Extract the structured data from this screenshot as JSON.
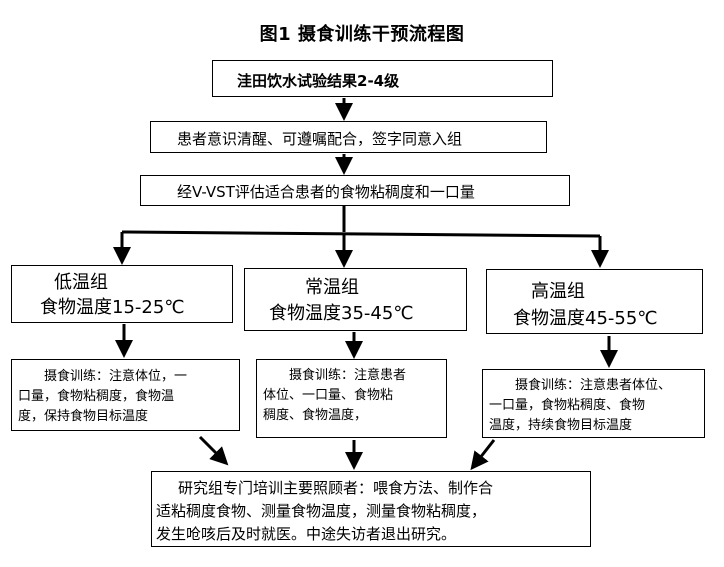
{
  "title": "图1  摄食训练干预流程图",
  "step1": "洼田饮水试验结果2-4级",
  "step2": "患者意识清醒、可遵嘱配合，签字同意入组",
  "step3": "经V-VST评估适合患者的食物粘稠度和一口量",
  "groups": [
    {
      "name": "低温组",
      "temp": "食物温度15-25℃",
      "training": [
        "摄食训练：注意体位，一",
        "口量，食物粘稠度，食物温",
        "度，保持食物目标温度"
      ]
    },
    {
      "name": "常温组",
      "temp": "食物温度35-45℃",
      "training": [
        "摄食训练：注意患者",
        "体位、一口量、食物粘",
        "稠度、食物温度，"
      ]
    },
    {
      "name": "高温组",
      "temp": "食物温度45-55℃",
      "training": [
        "摄食训练：注意患者体位、",
        "一口量，食物粘稠度、食物",
        "温度，持续食物目标温度"
      ]
    }
  ],
  "final": [
    "研究组专门培训主要照顾者：喂食方法、制作合",
    "适粘稠度食物、测量食物温度，测量食物粘稠度，",
    "发生呛咳后及时就医。中途失访者退出研究。"
  ]
}
